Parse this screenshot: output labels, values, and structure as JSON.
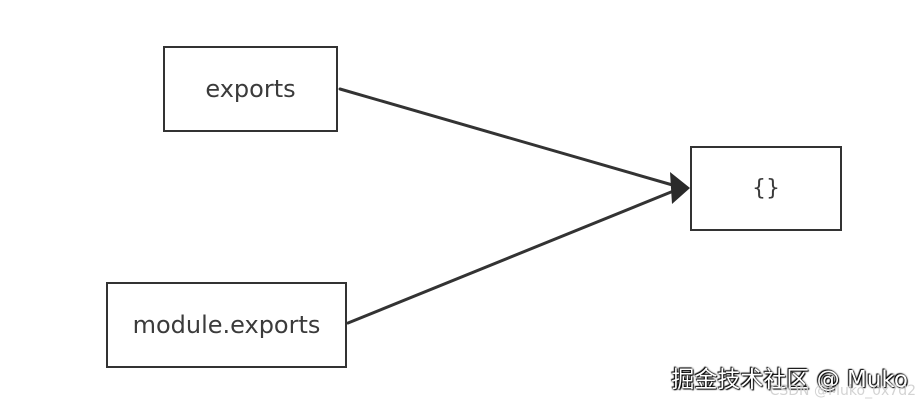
{
  "diagram": {
    "nodes": {
      "exports": {
        "label": "exports"
      },
      "object": {
        "label": "{}"
      },
      "module_exports": {
        "label": "module.exports"
      }
    },
    "edges": [
      {
        "from": "exports",
        "to": "object"
      },
      {
        "from": "module.exports",
        "to": "object"
      }
    ]
  },
  "watermark": {
    "main": "掘金技术社区 @ Muko",
    "sub": "CSDN @Muko_0x7d2"
  }
}
